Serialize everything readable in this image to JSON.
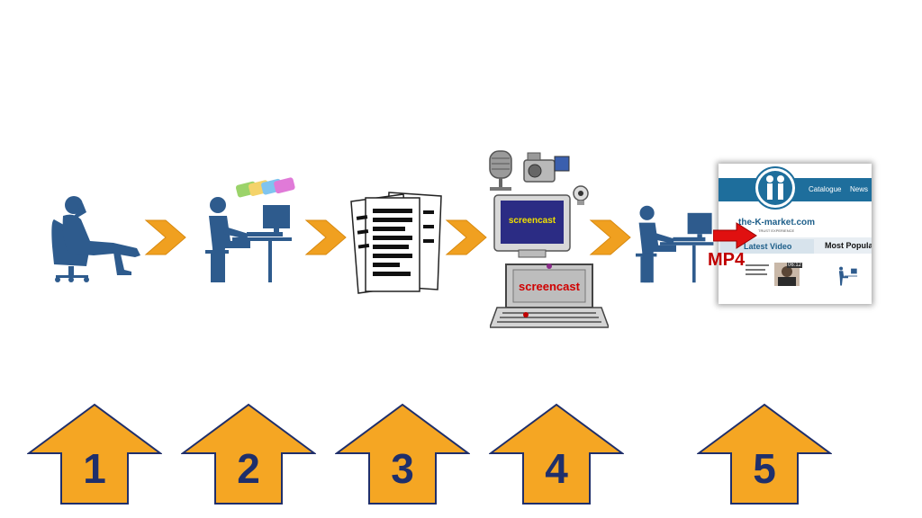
{
  "diagram": {
    "mp4_label": "MP4",
    "screencast_monitor_label": "screencast",
    "screencast_laptop_label": "screencast",
    "website": {
      "nav": [
        "Catalogue",
        "News"
      ],
      "brand": "the-K-market.com",
      "tagline": "TRUST EXPERIENCE",
      "tab_latest": "Latest Video",
      "tab_popular": "Most Popular",
      "video_time": "06:12"
    },
    "steps": [
      "1",
      "2",
      "3",
      "4",
      "5"
    ]
  },
  "colors": {
    "person": "#2e5b8d",
    "chevron": "#f0a020",
    "arrow_fill": "#f5a623",
    "arrow_stroke": "#1f2f6b",
    "number": "#1f2f6b",
    "mp4": "#c00000"
  }
}
